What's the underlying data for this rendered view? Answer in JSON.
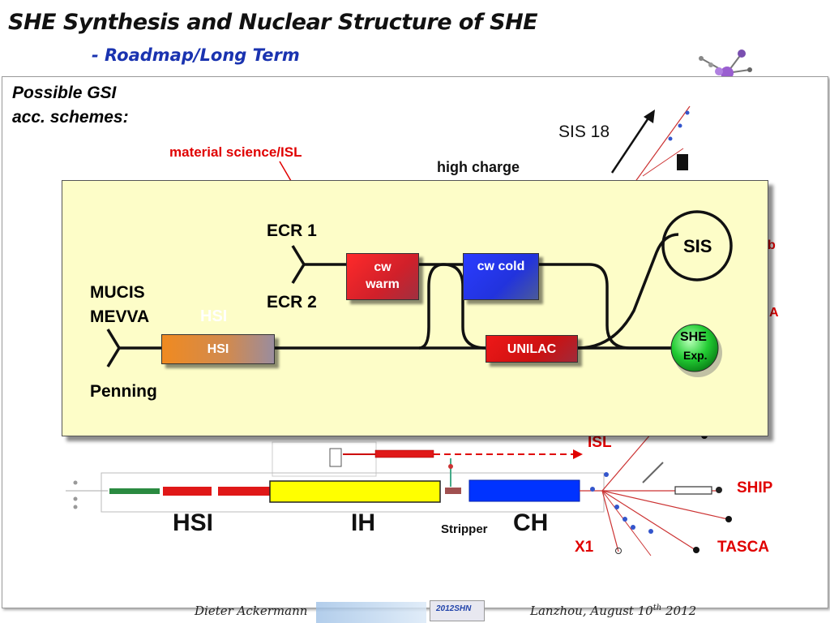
{
  "header": {
    "title": "SHE Synthesis and Nuclear Structure of SHE",
    "subtitle": "-  Roadmap/Long Term"
  },
  "panel": {
    "heading_line1": "Possible GSI",
    "heading_line2": "acc. schemes:",
    "material_science": "material science/ISL",
    "sis18": "SIS 18",
    "high_charge": "high charge"
  },
  "inset": {
    "ecr1": "ECR 1",
    "ecr2": "ECR 2",
    "mucis": "MUCIS",
    "mevva": "MEVVA",
    "penning": "Penning",
    "hsi_ghost": "HSI",
    "hsi_box": "HSI",
    "cw_warm_line1": "cw",
    "cw_warm_line2": "warm",
    "cw_cold": "cw cold",
    "unilac": "UNILAC",
    "sis": "SIS",
    "she_line1": "SHE",
    "she_line2": "Exp."
  },
  "linac": {
    "isl": "ISL",
    "ship": "SHIP",
    "hsi": "HSI",
    "ih": "IH",
    "stripper": "Stripper",
    "ch": "CH",
    "x1": "X1",
    "tasca": "TASCA"
  },
  "footer": {
    "author": "Dieter Ackermann",
    "logo_text": "2012SHN",
    "place_date": "Lanzhou, August 10",
    "date_sup": "th",
    "year": " 2012"
  },
  "colors": {
    "title_blue": "#1a33b0",
    "label_red": "#e00000",
    "hsi_orange": "#f08a20",
    "cw_warm_red": "#e01818",
    "cw_cold_blue": "#2233dd",
    "unilac_red": "#dd1111",
    "she_green": "#22cc33",
    "inset_bg": "#fdfdc8",
    "ih_yellow": "#ffff00",
    "ch_blue": "#0033ff"
  }
}
